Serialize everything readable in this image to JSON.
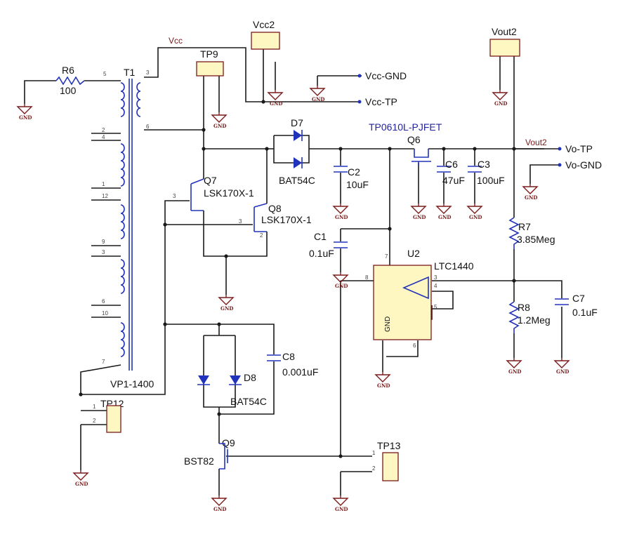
{
  "labels": {
    "r6": "R6",
    "r6_val": "100",
    "t1": "T1",
    "t1_val": "VP1-1400",
    "vcc_net": "Vcc",
    "vcc2": "Vcc2",
    "tp9": "TP9",
    "vcc_gnd": "Vcc-GND",
    "vcc_tp": "Vcc-TP",
    "d7": "D7",
    "d7_val": "BAT54C",
    "q6_part": "TP0610L-PJFET",
    "q6": "Q6",
    "c2": "C2",
    "c2_val": "10uF",
    "c6": "C6",
    "c6_val": "47uF",
    "c3": "C3",
    "c3_val": "100uF",
    "vout2": "Vout2",
    "vout2_net": "Vout2",
    "vo_tp": "Vo-TP",
    "vo_gnd": "Vo-GND",
    "q7": "Q7",
    "q7_val": "LSK170X-1",
    "q8": "Q8",
    "q8_val": "LSK170X-1",
    "c1": "C1",
    "c1_val": "0.1uF",
    "u2": "U2",
    "u2_val": "LTC1440",
    "u2_gnd": "GND",
    "r7": "R7",
    "r7_val": "3.85Meg",
    "r8": "R8",
    "r8_val": "1.2Meg",
    "c7": "C7",
    "c7_val": "0.1uF",
    "c8": "C8",
    "c8_val": "0.001uF",
    "d8": "D8",
    "d8_val": "BAT54C",
    "tp12": "TP12",
    "tp13": "TP13",
    "q9": "Q9",
    "q9_val": "BST82",
    "gnd": "GND"
  },
  "pins": {
    "p1": "1",
    "p2": "2",
    "p3": "3",
    "p4": "4",
    "p5": "5",
    "p6": "6",
    "p7": "7",
    "p8": "8",
    "p9": "9",
    "p10": "10",
    "p12": "12"
  },
  "colors": {
    "wire": "#1a1a1a",
    "component": "#2233bb",
    "label_dark_red": "#7a1a1a",
    "testpoint_fill": "#fff7c2"
  }
}
